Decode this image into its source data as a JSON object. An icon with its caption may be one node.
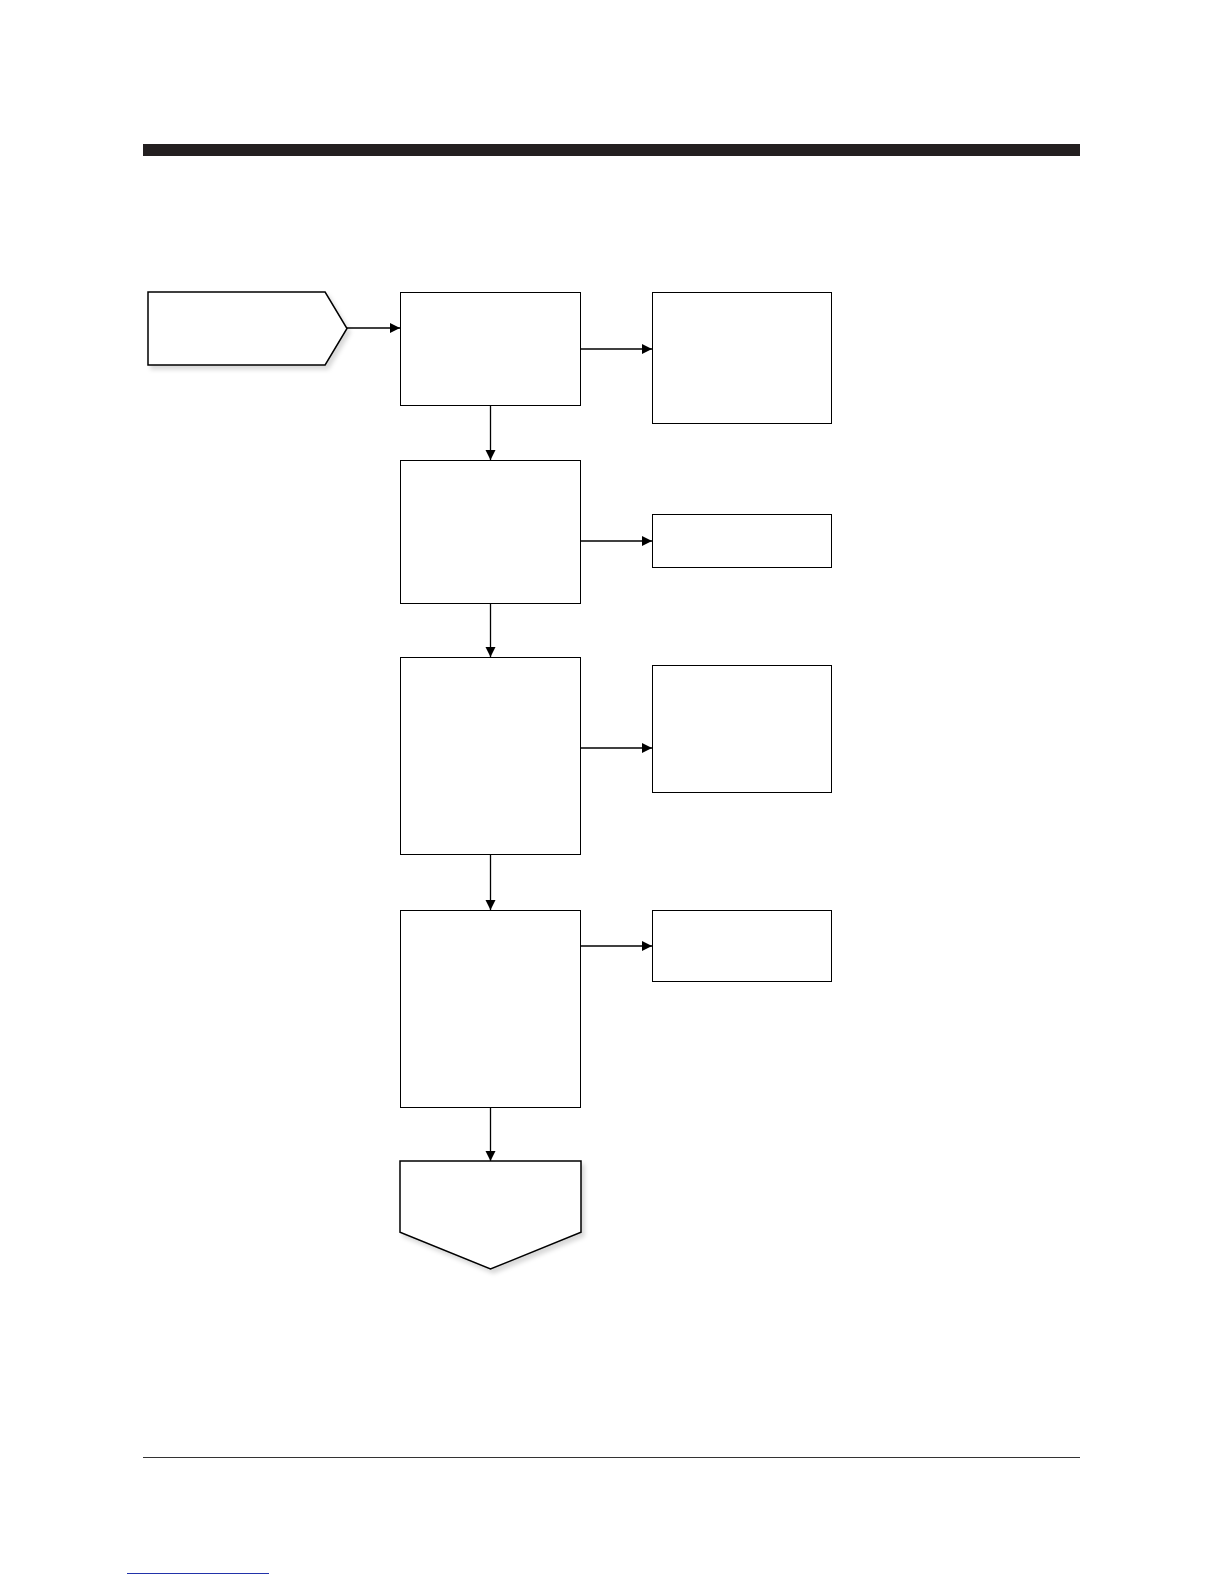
{
  "diagram": {
    "nodes": [
      {
        "text": [],
        "shape": "pentagon"
      },
      {
        "text": [],
        "shape": "box"
      },
      {
        "text": [],
        "shape": "box"
      },
      {
        "text": [],
        "shape": "box"
      },
      {
        "text": [],
        "shape": "box"
      },
      {
        "text": [],
        "shape": "box"
      },
      {
        "text": [],
        "shape": "box"
      },
      {
        "text": [],
        "shape": "box"
      },
      {
        "text": [],
        "shape": "box"
      },
      {
        "text": [],
        "shape": "pentagon"
      }
    ],
    "edges": [
      {
        "from": 0,
        "to": 1,
        "arrow": "to"
      },
      {
        "from": 1,
        "to": 2,
        "arrow": "to"
      },
      {
        "from": 1,
        "to": 3,
        "arrow": "to"
      },
      {
        "from": 3,
        "to": 4,
        "arrow": "to"
      },
      {
        "from": 3,
        "to": 5,
        "arrow": "to"
      },
      {
        "from": 5,
        "to": 6,
        "arrow": "to"
      },
      {
        "from": 5,
        "to": 7,
        "arrow": "to"
      },
      {
        "from": 7,
        "to": 8,
        "arrow": "to"
      },
      {
        "from": 7,
        "to": 9,
        "arrow": "to"
      }
    ]
  }
}
